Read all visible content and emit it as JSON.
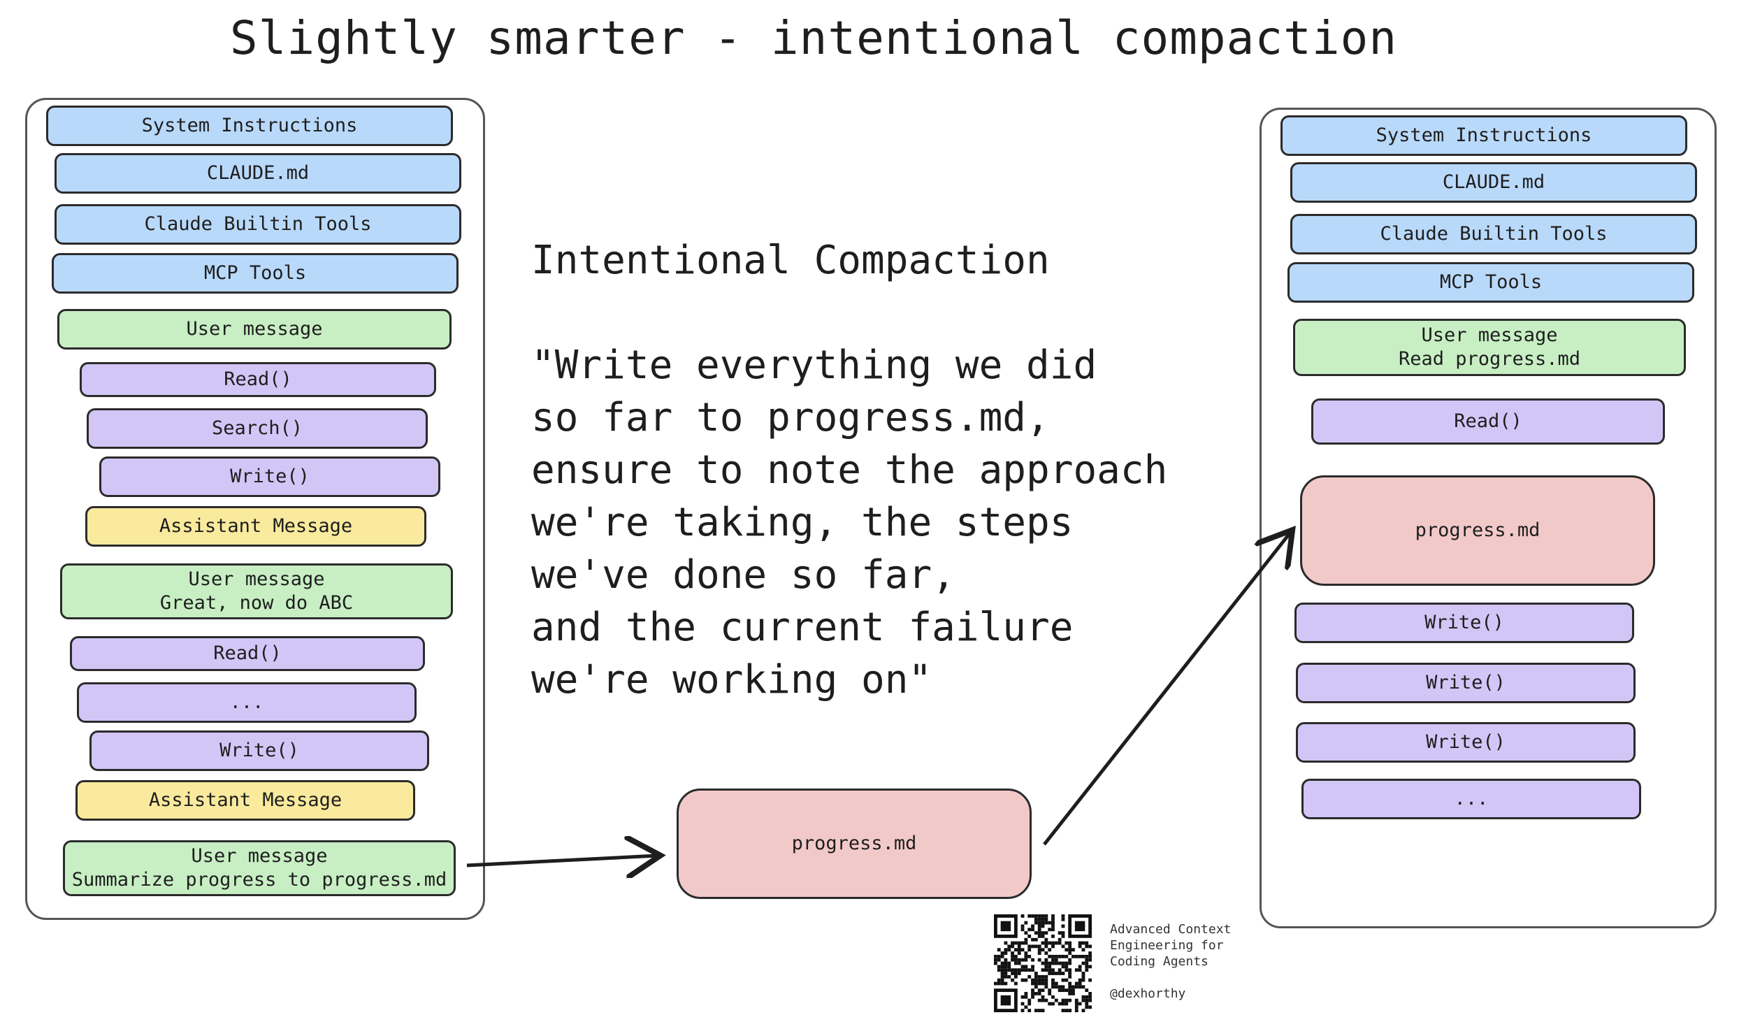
{
  "title": "Slightly smarter - intentional compaction",
  "left_stack": {
    "system": "System Instructions",
    "claude_md": "CLAUDE.md",
    "builtin_tools": "Claude Builtin Tools",
    "mcp_tools": "MCP Tools",
    "user_message_1": "User message",
    "read_1": "Read()",
    "search_1": "Search()",
    "write_1": "Write()",
    "assistant_1": "Assistant Message",
    "user_message_2_line1": "User message",
    "user_message_2_line2": "Great, now do ABC",
    "read_2": "Read()",
    "ellipsis_1": "...",
    "write_2": "Write()",
    "assistant_2": "Assistant Message",
    "user_message_3_line1": "User message",
    "user_message_3_line2": "Summarize progress to progress.md"
  },
  "middle": {
    "heading": "Intentional Compaction",
    "quote_lines": [
      "\"Write everything we did",
      "so far to progress.md,",
      "ensure to note the approach",
      "we're taking, the steps",
      "we've done so far,",
      "and the current failure",
      "we're working on\""
    ],
    "progress_file": "progress.md"
  },
  "right_stack": {
    "system": "System Instructions",
    "claude_md": "CLAUDE.md",
    "builtin_tools": "Claude Builtin Tools",
    "mcp_tools": "MCP Tools",
    "user_message_line1": "User message",
    "user_message_line2": "Read progress.md",
    "read": "Read()",
    "progress_file": "progress.md",
    "write_1": "Write()",
    "write_2": "Write()",
    "write_3": "Write()",
    "ellipsis": "..."
  },
  "footer": {
    "caption_lines": [
      "Advanced Context",
      "Engineering for",
      "Coding Agents",
      "",
      "@dexhorthy"
    ]
  },
  "colors": {
    "blue": "#b9d9fa",
    "green": "#c8efc4",
    "purple": "#d2c6f7",
    "yellow": "#f9ea9d",
    "red": "#f2c9c9"
  }
}
